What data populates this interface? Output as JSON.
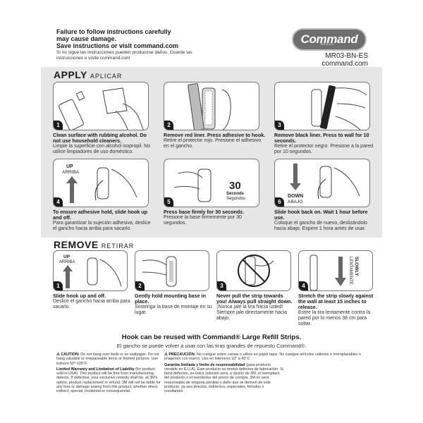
{
  "header": {
    "warning_en": [
      "Failure to follow instructions carefully",
      "may cause damage.",
      "Save instructions or visit command.com"
    ],
    "warning_es": "Si no sigue las instrucciones pueden producirse daños. Guarde las instrucciones o visite command.com",
    "brand": "Command",
    "brand_sub": "BRAND",
    "sku": "MR03-BN-ES",
    "site": "command.com"
  },
  "apply": {
    "title": "APPLY",
    "title_es": "APLICAR",
    "steps": [
      {
        "num": "1",
        "en": "Clean surface with rubbing alcohol. Do not use household cleaners.",
        "es": "Limpie la superficie con alcohol isopropil. No utilice limpiadores de uso doméstico."
      },
      {
        "num": "2",
        "en": "Remove red liner. Press adhesive to hook.",
        "es": "Retire el protector rojo. Presione el adhesivo en el gancho."
      },
      {
        "num": "3",
        "en": "Remove black liner. Press to wall for 10 seconds.",
        "es": "Retire el protector negro. Presione a la pared por 10 segundos."
      },
      {
        "num": "4",
        "en": "To ensure adhesive hold, slide hook up and off.",
        "es": "Para garantizar la sujeción adhesiva, deslice el gancho hacia arriba para sacarlo."
      },
      {
        "num": "5",
        "en": "Press base firmly for 30 seconds.",
        "es": "Presione la base firmemente por 30 segundos."
      },
      {
        "num": "6",
        "en": "Slide hook back on. Wait 1 hour before use.",
        "es": "Coloque el gancho de nuevo, deslizándolo hacia abajo. Espere 1 hora antes de usar."
      }
    ],
    "up_label": "UP",
    "up_label_es": "ARRIBA",
    "seconds_num": "30",
    "seconds_en": "Seconds",
    "seconds_es": "Segundos",
    "down_label": "DOWN",
    "down_label_es": "ABAJO"
  },
  "remove": {
    "title": "REMOVE",
    "title_es": "RETIRAR",
    "steps": [
      {
        "num": "1",
        "en": "Slide hook up and off.",
        "es": "Deslice el gancho hacia arriba para sacarlo."
      },
      {
        "num": "2",
        "en": "Gently hold mounting base in place.",
        "es": "Sostenga la base de montaje en su lugar."
      },
      {
        "num": "3",
        "en": "Never pull the strip towards you! Always pull straight down.",
        "es": "¡Nunca jale la tira hacia usted! Siempre jale directamente hacia abajo."
      },
      {
        "num": "4",
        "en": "Stretch the strip slowly against the wall at least 15 inches to release.",
        "es": "Estire la tira lentamente contra la pared por lo menos 38 cm para soltar."
      }
    ],
    "up_label": "UP",
    "up_label_es": "ARRIBA",
    "slowly": "SLOWLY",
    "slowly_es": "LENTAMENTE"
  },
  "refill": {
    "en": "Hook can be reused with Command® Large Refill Strips.",
    "es": "El gancho se puede volver a usar con las tiras grandes de repuesto Command®."
  },
  "fine_print": {
    "caution_label": "CAUTION:",
    "caution": "Do not hang over beds or on wallpaper. Do not hang valuable or irreplaceable items or framed pictures. Use indoors 50°-105°F.",
    "warranty_label": "Limited Warranty and Limitation of Liability",
    "warranty": "(for product sold in USA). This product will be free from manufacturing defects. If defective, your exclusive remedy shall be, at 3M's option, product replacement or refund. 3M will not be liable for any loss or damage arising from this product, whether direct, indirect, special, incidental or consequential.",
    "precaucion_label": "PRECAUCIÓN:",
    "precaucion": "No cuelgue sobre camas o utilice en papel tapiz. No cuelgue artículos valiosos o irremplazables o imágenes con marco. Uso en interiores 10° a 40°C",
    "garantia_label": "Garantía limitada y límite de responsabilidad",
    "garantia": "(para producto vendido en E.U.A). Este producto no tendrá defectos de fabricación. Si tiene defectos, su única solución será, a opción de 3M, el reemplazo del producto o el reembolso del precio de compra. 3M no será responsable de ninguna pérdida o daño que se deriven de este producto, ya sea directos, indirectos, especiales, fortuitos o resultantes."
  }
}
